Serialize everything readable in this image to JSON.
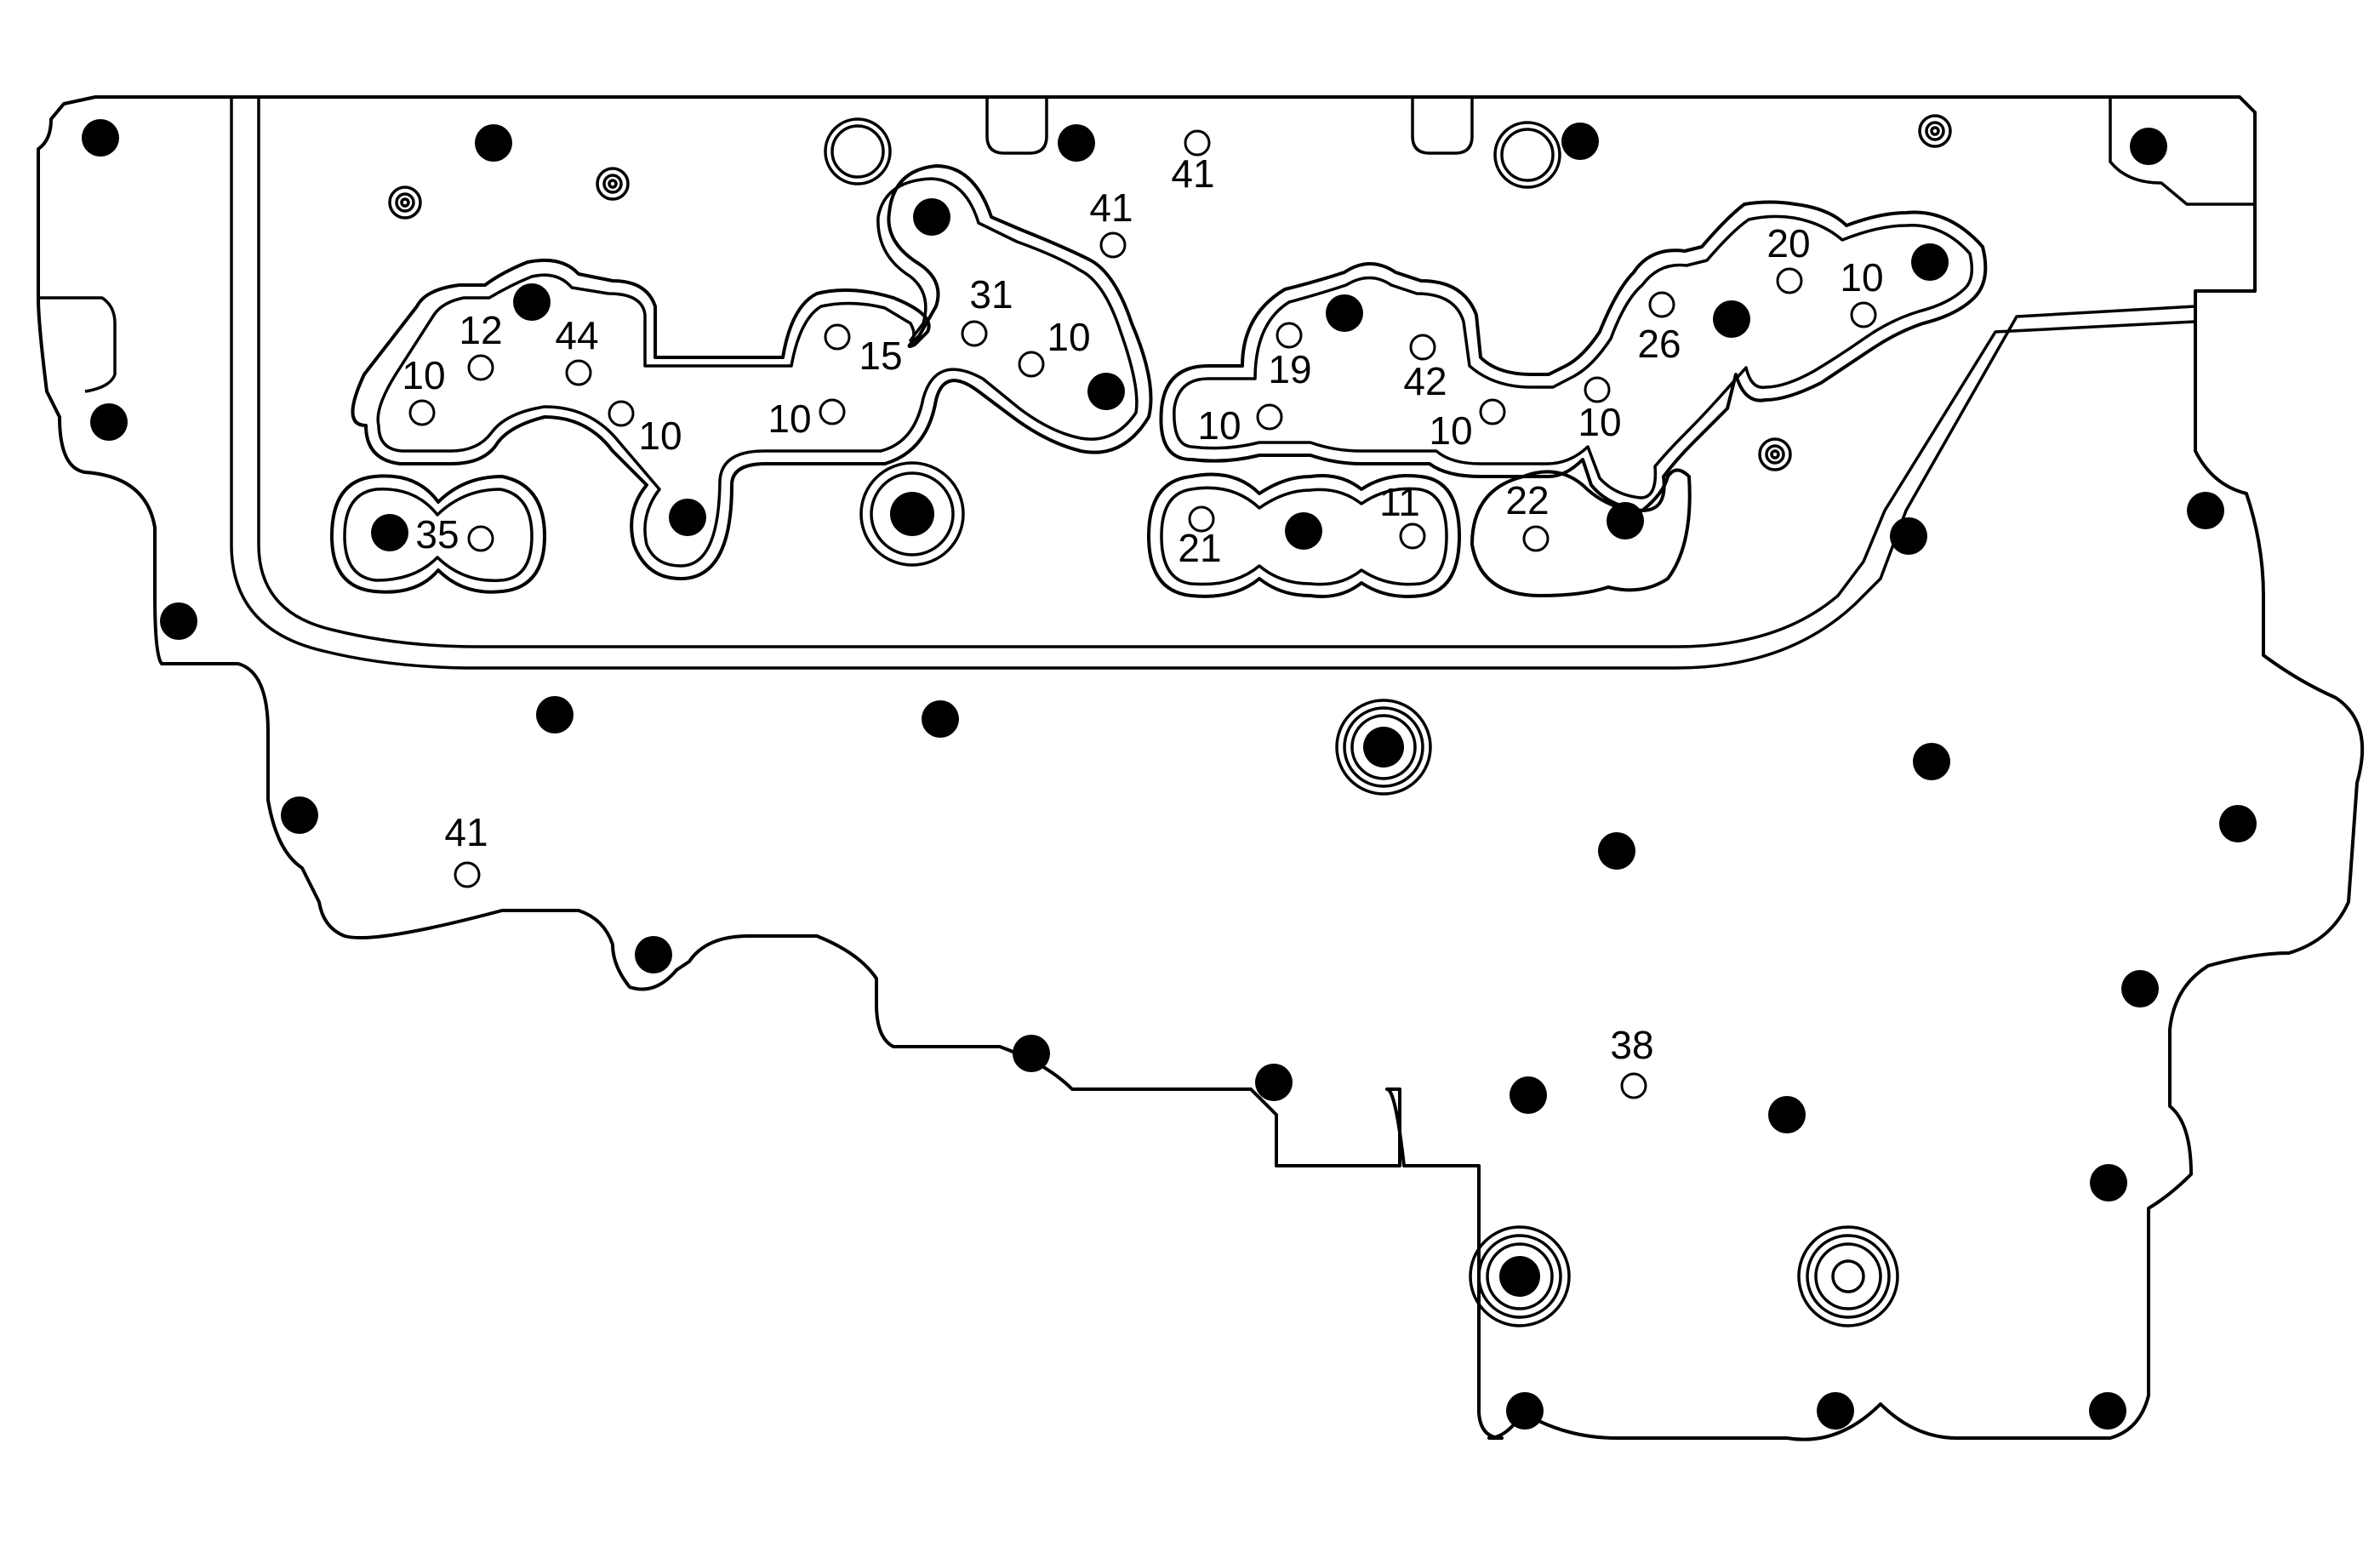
{
  "labels": {
    "l41a": "41",
    "l41b": "41",
    "l20": "20",
    "l10a": "10",
    "l31": "31",
    "l12": "12",
    "l44": "44",
    "l15": "15",
    "l10b": "10",
    "l26": "26",
    "l10c": "10",
    "l19": "19",
    "l42": "42",
    "l10d": "10",
    "l10e": "10",
    "l10f": "10",
    "l10g": "10",
    "l10h": "10",
    "l35": "35",
    "l11": "11",
    "l22": "22",
    "l21": "21",
    "l41c": "41",
    "l38": "38"
  }
}
